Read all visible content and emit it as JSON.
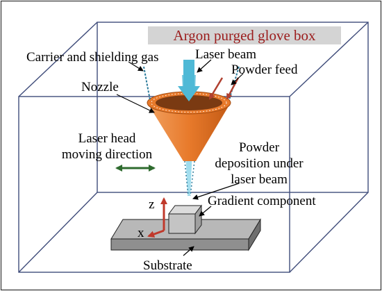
{
  "title": "Argon purged glove box",
  "labels": {
    "carrier_gas": "Carrier and shielding gas",
    "laser_beam": "Laser beam",
    "powder_feed": "Powder feed",
    "nozzle": "Nozzle",
    "moving_dir_1": "Laser head",
    "moving_dir_2": "moving direction",
    "powder_dep_1": "Powder",
    "powder_dep_2": "deposition under",
    "powder_dep_3": "laser beam",
    "gradient": "Gradient component",
    "substrate": "Substrate"
  },
  "axes": {
    "z": "z",
    "x": "x"
  },
  "colors": {
    "box_line": "#3f4c7a",
    "title_bg": "#d4d4d4",
    "title_text": "#9b1c1c",
    "nozzle": "#e87a2b",
    "laser": "#4fb9d6",
    "arrow_feed": "#b04030",
    "direction_arrow": "#2e6b2e",
    "axis": "#c0392b",
    "substrate": "#9a9a9a"
  }
}
